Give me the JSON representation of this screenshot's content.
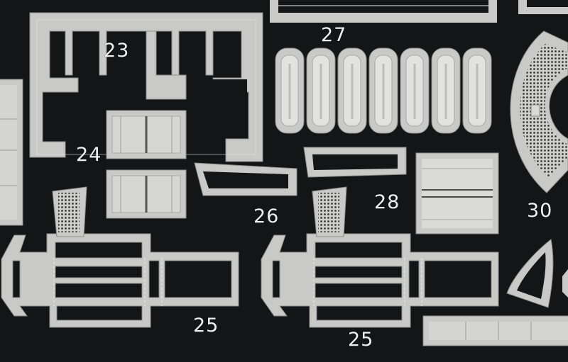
{
  "parts": [
    {
      "id": "part-23",
      "label": "23"
    },
    {
      "id": "part-24",
      "label": "24"
    },
    {
      "id": "part-25",
      "label": "25"
    },
    {
      "id": "part-26",
      "label": "26"
    },
    {
      "id": "part-27",
      "label": "27"
    },
    {
      "id": "part-28",
      "label": "28"
    },
    {
      "id": "part-30",
      "label": "30"
    }
  ],
  "colors": {
    "background": "#141516",
    "metal": "#c9c9c7",
    "metal_light": "#e3e3e1",
    "metal_shadow": "#8d8d8b",
    "label": "#efefef"
  }
}
